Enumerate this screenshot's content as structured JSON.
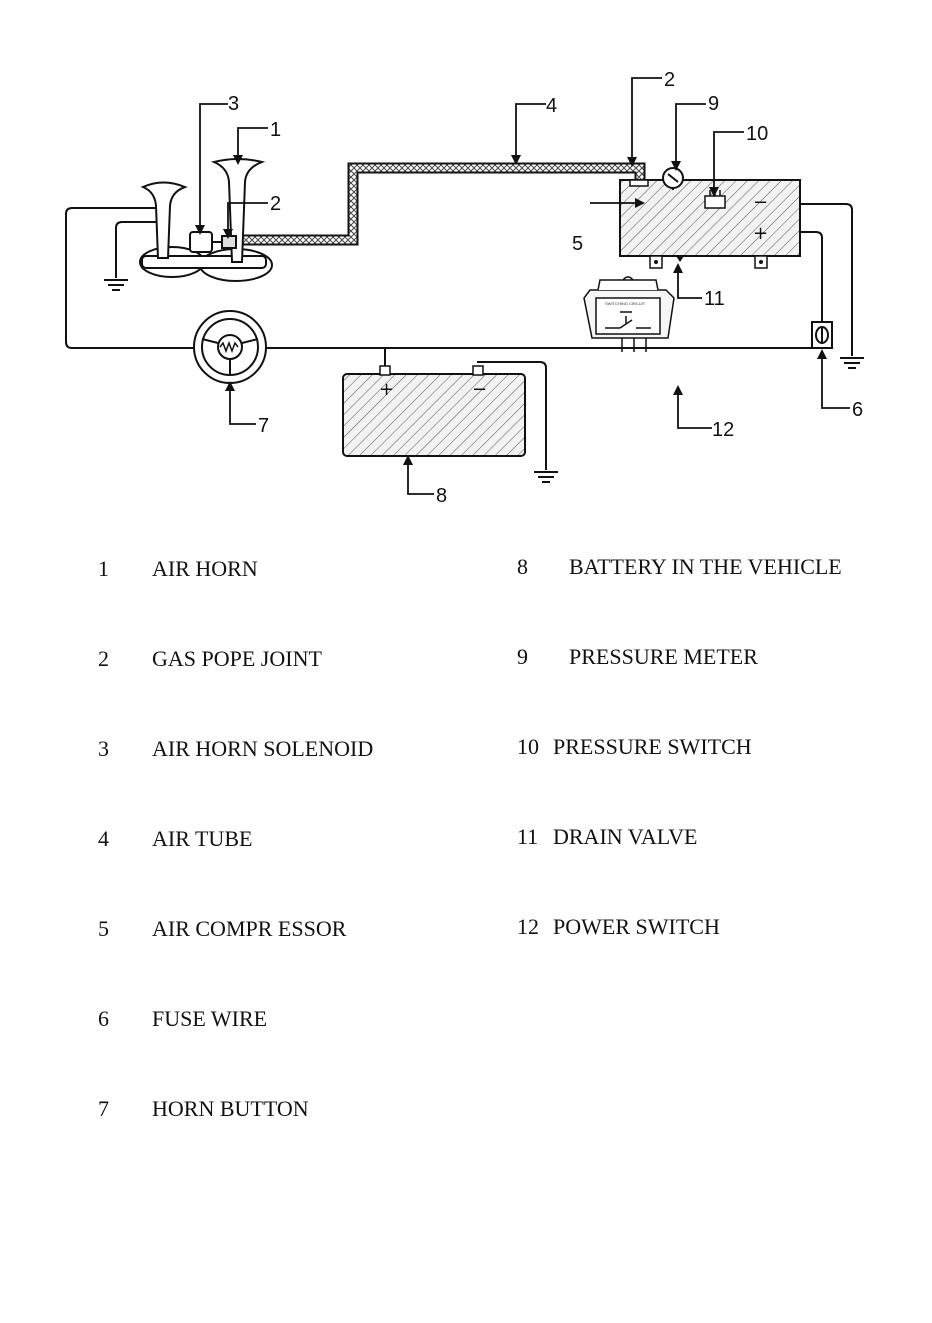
{
  "callouts": {
    "c1": "1",
    "c2a": "2",
    "c2b": "2",
    "c3": "3",
    "c4": "4",
    "c5": "5",
    "c6": "6",
    "c7": "7",
    "c8": "8",
    "c9": "9",
    "c10": "10",
    "c11": "11",
    "c12": "12"
  },
  "symbols": {
    "plus": "+",
    "minus": "−"
  },
  "switch_label": "SWITCHING CIRCUIT",
  "legend": [
    {
      "num": "1",
      "label": "AIR HORN"
    },
    {
      "num": "2",
      "label": "GAS POPE JOINT"
    },
    {
      "num": "3",
      "label": "AIR HORN SOLENOID"
    },
    {
      "num": "4",
      "label": "AIR TUBE"
    },
    {
      "num": "5",
      "label": "AIR COMPR ESSOR"
    },
    {
      "num": "6",
      "label": "FUSE WIRE"
    },
    {
      "num": "7",
      "label": "HORN BUTTON"
    },
    {
      "num": "8",
      "label": "BATTERY IN THE VEHICLE"
    },
    {
      "num": "9",
      "label": "PRESSURE METER"
    },
    {
      "num": "10",
      "label": "PRESSURE SWITCH"
    },
    {
      "num": "11",
      "label": "DRAIN VALVE"
    },
    {
      "num": "12",
      "label": "POWER SWITCH"
    }
  ]
}
